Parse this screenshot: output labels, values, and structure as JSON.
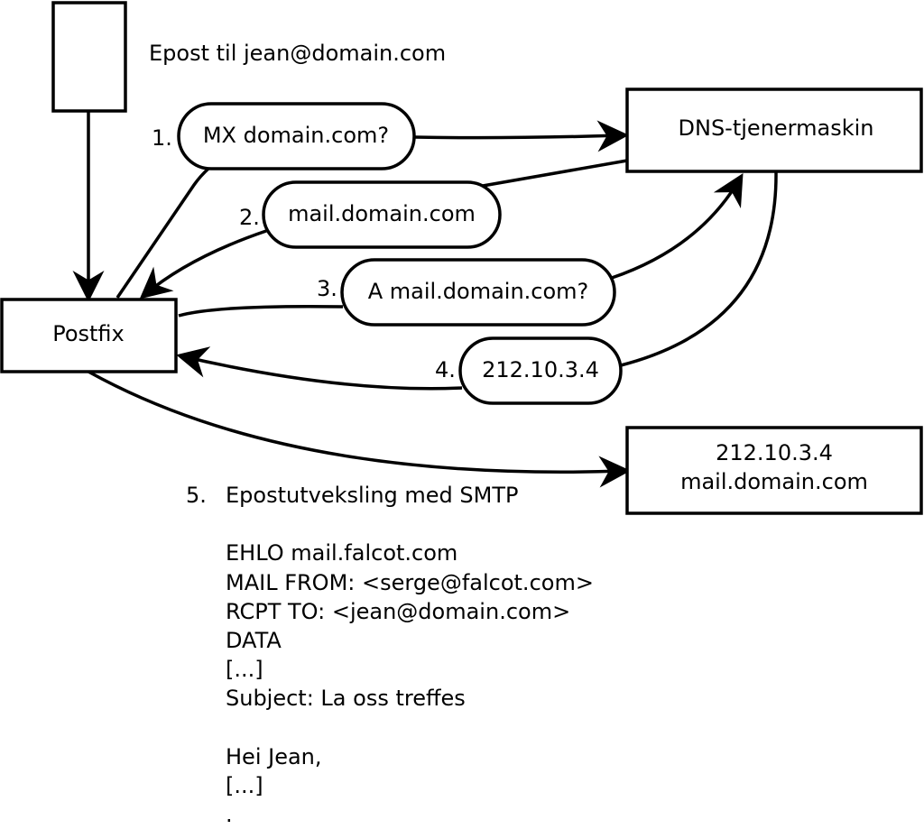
{
  "header_text": "Epost til jean@domain.com",
  "nodes": {
    "postfix": "Postfix",
    "dns": "DNS-tjenermaskin",
    "mailserver_ip": "212.10.3.4",
    "mailserver_host": "mail.domain.com"
  },
  "steps": [
    {
      "number": "1.",
      "label": "MX domain.com?"
    },
    {
      "number": "2.",
      "label": "mail.domain.com"
    },
    {
      "number": "3.",
      "label": "A mail.domain.com?"
    },
    {
      "number": "4.",
      "label": "212.10.3.4"
    }
  ],
  "smtp": {
    "number": "5.",
    "title": "Epostutveksling med SMTP",
    "lines": [
      "EHLO mail.falcot.com",
      "MAIL FROM: <serge@falcot.com>",
      "RCPT TO: <jean@domain.com>",
      "DATA",
      "[...]",
      "Subject: La oss treffes",
      "Hei Jean,",
      "[...]",
      "."
    ]
  }
}
